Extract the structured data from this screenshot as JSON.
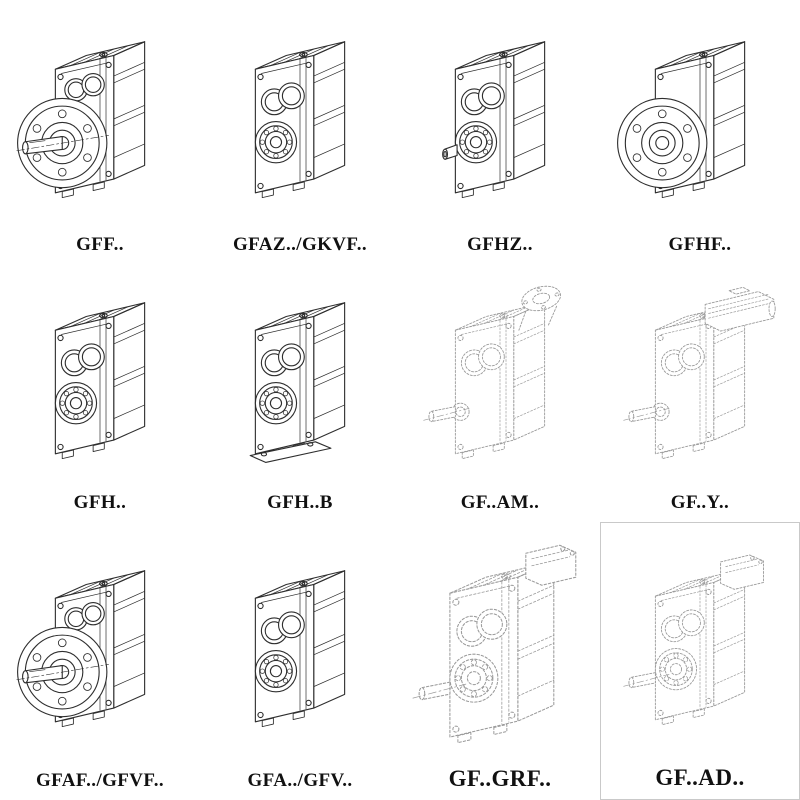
{
  "colors": {
    "solid_line": "#2e2e2e",
    "dashed_line": "#9a9a9a",
    "label_text": "#111111",
    "frame": "#c9c9c9"
  },
  "catalog": {
    "items": [
      {
        "label": "GFF..",
        "line_style": "solid",
        "drawing": "parallel-shaft-gearbox-with-output-flange-and-solid-shaft"
      },
      {
        "label": "GFAZ../GKVF..",
        "line_style": "solid",
        "drawing": "shaft-mounted-gearbox-face-view-with-bearing"
      },
      {
        "label": "GFHZ..",
        "line_style": "solid",
        "drawing": "hollow-shaft-gearbox-with-protruding-hub"
      },
      {
        "label": "GFHF..",
        "line_style": "solid",
        "drawing": "flange-mounted-hollow-shaft-gearbox"
      },
      {
        "label": "GFH..",
        "line_style": "solid",
        "drawing": "hollow-shaft-gearbox-face-view"
      },
      {
        "label": "GFH..B",
        "line_style": "solid",
        "drawing": "hollow-shaft-gearbox-with-foot-plate"
      },
      {
        "label": "GF..AM..",
        "line_style": "dashed",
        "drawing": "gearbox-with-iec-motor-adapter-flange"
      },
      {
        "label": "GF..Y..",
        "line_style": "dashed",
        "drawing": "gearbox-with-mounted-motor"
      },
      {
        "label": "GFAF../GFVF..",
        "line_style": "solid",
        "drawing": "flange-mounted-gearbox-with-solid-shaft"
      },
      {
        "label": "GFA../GFV..",
        "line_style": "solid",
        "drawing": "foot-mounted-gearbox-face-view"
      },
      {
        "label": "GF..GRF..",
        "line_style": "dashed",
        "drawing": "gearbox-with-input-adapter-block"
      },
      {
        "label": "GF..AD..",
        "line_style": "dashed",
        "drawing": "gearbox-with-input-shaft-adapter"
      }
    ]
  }
}
